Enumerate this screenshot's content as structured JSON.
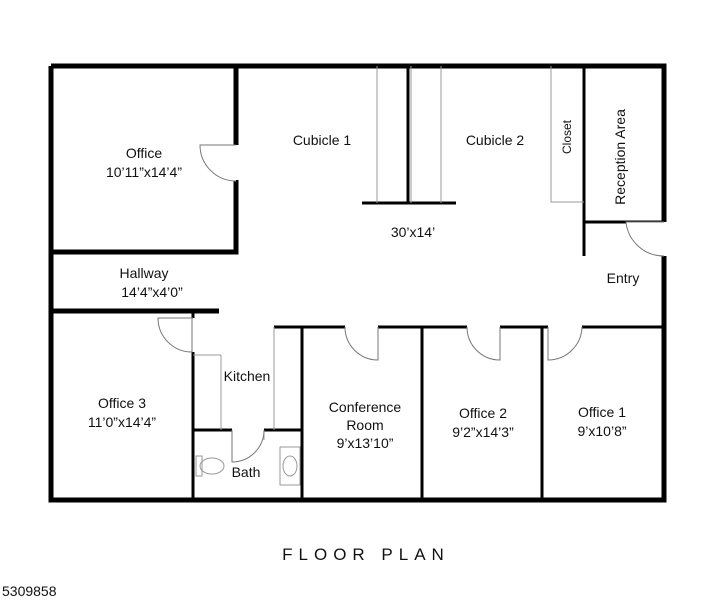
{
  "rooms": {
    "office": {
      "name": "Office",
      "size": "10’11”x14’4”"
    },
    "cubicle1": {
      "name": "Cubicle 1"
    },
    "cubicle2": {
      "name": "Cubicle 2"
    },
    "open_area_size": "30’x14’",
    "closet": {
      "name": "Closet"
    },
    "reception": {
      "name": "Reception Area"
    },
    "entry": {
      "name": "Entry"
    },
    "hallway": {
      "name": "Hallway",
      "size": "14’4”x4’0”"
    },
    "office3": {
      "name": "Office 3",
      "size": "11’0”x14’4”"
    },
    "kitchen": {
      "name": "Kitchen"
    },
    "bath": {
      "name": "Bath"
    },
    "conference": {
      "name_line1": "Conference",
      "name_line2": "Room",
      "size": "9’x13’10”"
    },
    "office2": {
      "name": "Office 2",
      "size": "9’2”x14’3”"
    },
    "office1": {
      "name": "Office 1",
      "size": "9’x10’8”"
    }
  },
  "title": "FLOOR PLAN",
  "listing_id": "5309858"
}
